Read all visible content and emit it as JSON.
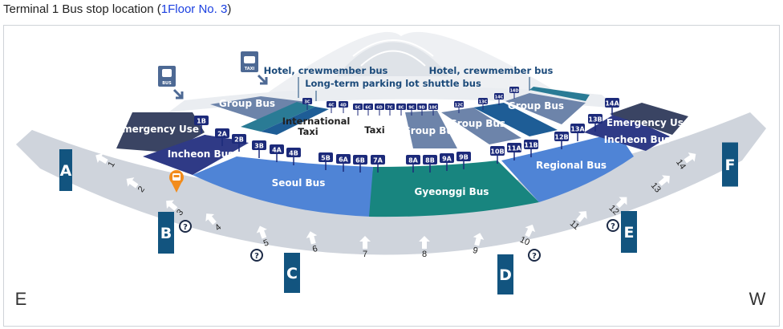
{
  "header": {
    "title_prefix": "Terminal 1 Bus stop location (",
    "title_highlight": "1Floor  No. 3",
    "title_suffix": ")"
  },
  "colors": {
    "emergency": "#3a4463",
    "incheon": "#2f3a86",
    "seoul": "#4f84d6",
    "gyeonggi": "#18857f",
    "regional": "#4f84d6",
    "group": "#6d84aa",
    "teal_lane": "#2a7b95",
    "dark_lane": "#1e5d96",
    "walkway": "#cfd4dc",
    "gate": "#12547f",
    "stop_tag": "#1c2a7a",
    "marker": "#f28c1c",
    "label_dark": "#1b4a7a"
  },
  "map": {
    "compass": {
      "east": "E",
      "west": "W"
    },
    "gates": [
      "A",
      "B",
      "C",
      "D",
      "E",
      "F"
    ],
    "doors": [
      "1",
      "2",
      "3",
      "4",
      "5",
      "6",
      "7",
      "8",
      "9",
      "10",
      "11",
      "12",
      "13",
      "14"
    ],
    "zones": {
      "emergency_left": "Emergency Use",
      "incheon_left": "Incheon Bus",
      "seoul": "Seoul Bus",
      "gyeonggi": "Gyeonggi Bus",
      "regional": "Regional Bus",
      "incheon_right": "Incheon Bus",
      "emergency_right": "Emergency Use",
      "group_1": "Group Bus",
      "group_2": "Group Bus",
      "group_3": "Group Bus",
      "group_4": "Group Bus",
      "intl_taxi_1": "International",
      "intl_taxi_2": "Taxi",
      "taxi": "Taxi"
    },
    "top_labels": {
      "hotel_left": "Hotel, crewmember bus",
      "hotel_right": "Hotel, crewmember bus",
      "long_term": "Long-term parking lot shuttle bus"
    },
    "icons": {
      "bus": "BUS",
      "taxi": "TAXI"
    },
    "front_stops": [
      "1B",
      "2A",
      "2B",
      "3B",
      "4A",
      "4B",
      "5B",
      "6A",
      "6B",
      "7A",
      "8A",
      "8B",
      "9A",
      "9B",
      "10B",
      "11A",
      "11B",
      "12B",
      "13A",
      "13B",
      "14A"
    ],
    "back_stops": [
      "3C",
      "4C",
      "4D",
      "5C",
      "6C",
      "6D",
      "7C",
      "8C",
      "9C",
      "9D",
      "10C",
      "12C",
      "13C",
      "14C",
      "14D"
    ],
    "current_stop": "3"
  }
}
